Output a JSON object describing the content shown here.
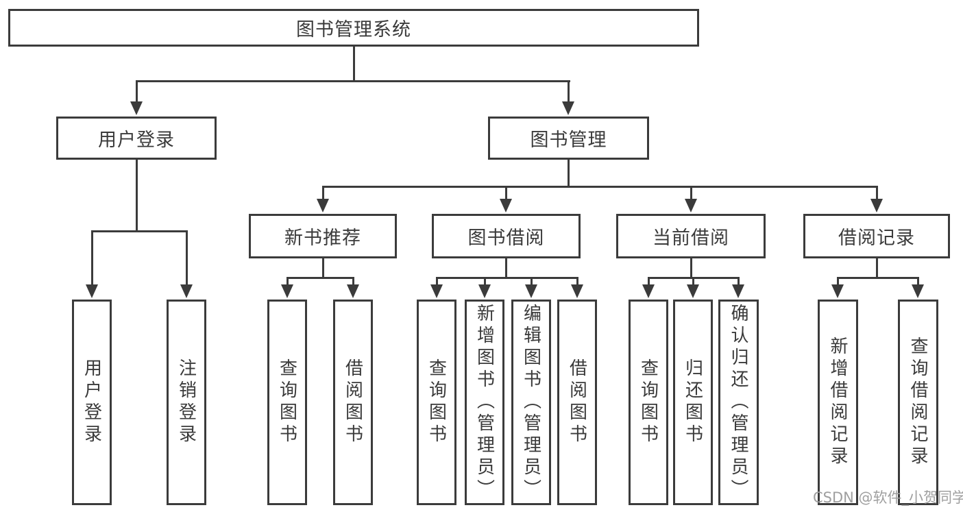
{
  "colors": {
    "line": "#3b3b3b",
    "text": "#3a3a3a",
    "watermark": "#9f9f9f",
    "background": "#ffffff"
  },
  "watermark": {
    "text": "CSDN @软件_小贺同学"
  },
  "tree": {
    "label": "图书管理系统",
    "children": [
      {
        "label": "用户登录",
        "children": [
          {
            "label": "用户登录"
          },
          {
            "label": "注销登录"
          }
        ]
      },
      {
        "label": "图书管理",
        "children": [
          {
            "label": "新书推荐",
            "children": [
              {
                "label": "查询图书"
              },
              {
                "label": "借阅图书"
              }
            ]
          },
          {
            "label": "图书借阅",
            "children": [
              {
                "label": "查询图书"
              },
              {
                "label": "新增图书（管理员）"
              },
              {
                "label": "编辑图书（管理员）"
              },
              {
                "label": "借阅图书"
              }
            ]
          },
          {
            "label": "当前借阅",
            "children": [
              {
                "label": "查询图书"
              },
              {
                "label": "归还图书"
              },
              {
                "label": "确认归还（管理员）"
              }
            ]
          },
          {
            "label": "借阅记录",
            "children": [
              {
                "label": "新增借阅记录"
              },
              {
                "label": "查询借阅记录"
              }
            ]
          }
        ]
      }
    ]
  }
}
